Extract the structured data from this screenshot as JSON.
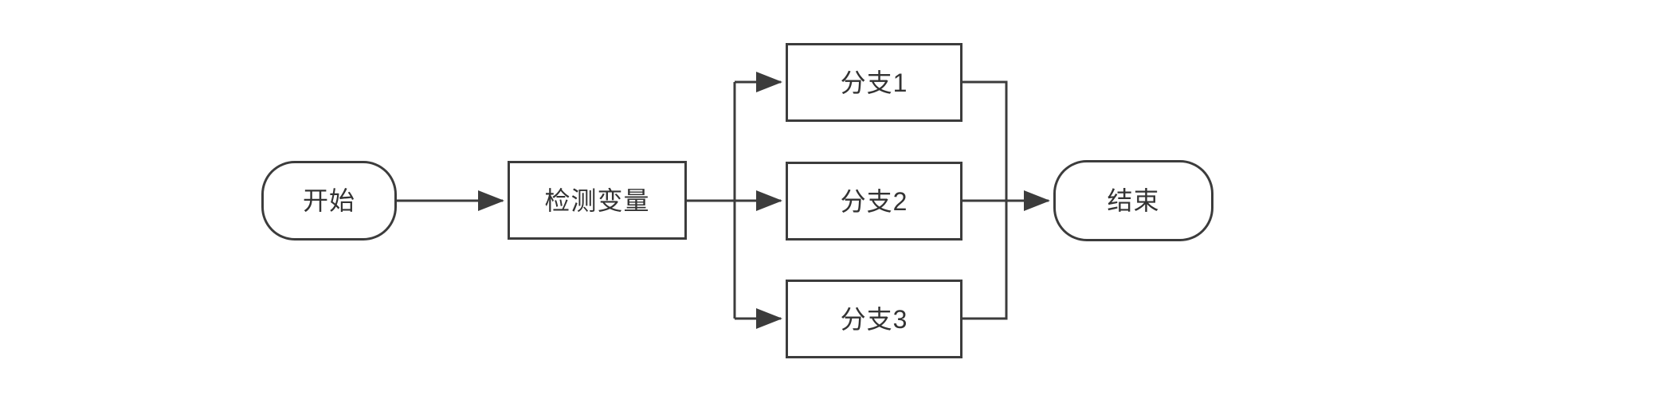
{
  "diagram": {
    "type": "flowchart",
    "background_color": "#ffffff",
    "stroke_color": "#3c3c3c",
    "text_color": "#333333",
    "nodes": {
      "start": {
        "label": "开始",
        "shape": "terminator"
      },
      "process": {
        "label": "检测变量",
        "shape": "process"
      },
      "branch1": {
        "label": "分支1",
        "shape": "process"
      },
      "branch2": {
        "label": "分支2",
        "shape": "process"
      },
      "branch3": {
        "label": "分支3",
        "shape": "process"
      },
      "end": {
        "label": "结束",
        "shape": "terminator"
      }
    },
    "edges": [
      {
        "from": "start",
        "to": "process",
        "arrow": true
      },
      {
        "from": "process",
        "to": "branch1",
        "arrow": true
      },
      {
        "from": "process",
        "to": "branch2",
        "arrow": true
      },
      {
        "from": "process",
        "to": "branch3",
        "arrow": true
      },
      {
        "from": "branch1",
        "to": "end",
        "arrow": false
      },
      {
        "from": "branch2",
        "to": "end",
        "arrow": true
      },
      {
        "from": "branch3",
        "to": "end",
        "arrow": false
      }
    ]
  }
}
